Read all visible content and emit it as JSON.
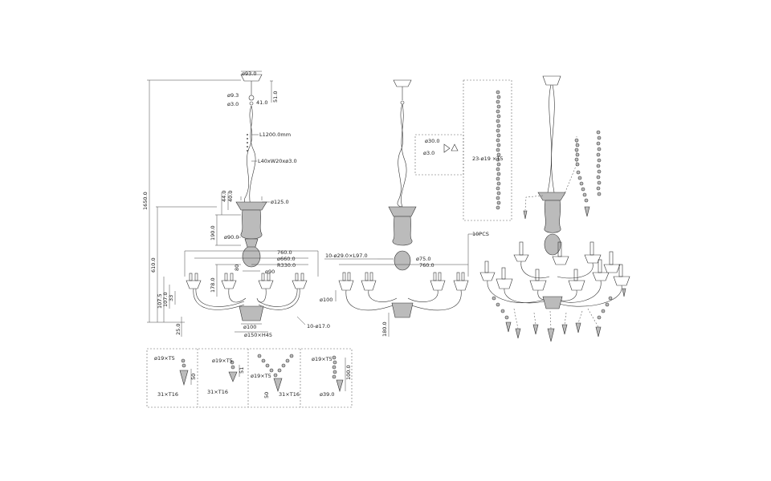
{
  "front": {
    "canopy_dia": "ø93.0",
    "ring_dia": "ø9.3",
    "hook_dia": "ø3.0",
    "canopy_h": "51.0",
    "hook_h": "41.0",
    "chain_len": "L1200.0mm",
    "chain_link": "L40xW20xø3.0",
    "cup_top_dia": "ø125.0",
    "dim_44": "44.0",
    "dim_40": "40.0",
    "dim_190": "190.0",
    "ball_dia": "ø90.0",
    "span_760": "760.0",
    "span_660": "ø660.0",
    "span_r330": "R330.0",
    "dim_90": "ø90",
    "dim_80": "80",
    "dim_178": "178.0",
    "total_h": "1650.0",
    "body_h": "610.0",
    "arm_h": "107.0",
    "dim_1075": "107.5",
    "dim_33": "33",
    "dim_25": "25.0",
    "bottom_dia": "ø100",
    "bottom_bulb": "ø150×H45",
    "arm_tube": "10-ø17.0"
  },
  "side": {
    "candle": "10-ø29.0×L97.0",
    "candle_base": "ø75.0",
    "span": "760.0",
    "pan_dia": "ø100",
    "dim_180": "180.0",
    "pcs": "10PCS"
  },
  "detail": {
    "crystal_dia": "ø30.0",
    "hook_dia": "ø3.0",
    "strand": "23-ø19 ×T5"
  },
  "bottom_boxes": [
    {
      "top": "ø19×T5",
      "side": "50",
      "bottom": "31×T16"
    },
    {
      "top": "ø19×T5",
      "side": "51",
      "bottom": "31×T16"
    },
    {
      "top": "ø19×T5",
      "side": "50",
      "bottom": "31×T16"
    },
    {
      "top": "ø19×T5",
      "side": "100.0",
      "bottom": "ø39.0"
    }
  ]
}
